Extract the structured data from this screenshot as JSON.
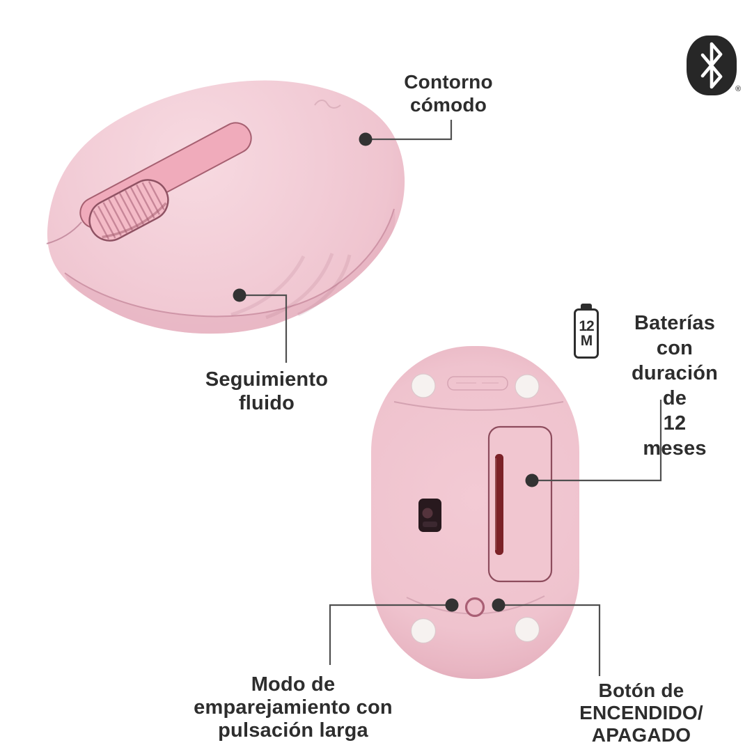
{
  "page": {
    "background": "#FFFFFF",
    "description_labels_language": "es"
  },
  "bluetooth": {
    "registered_mark": "®"
  },
  "icons": {
    "bluetooth": "bluetooth-logo",
    "battery_badge": "battery-12-months"
  },
  "callouts": {
    "contour": {
      "label": "Contorno\ncómodo"
    },
    "tracking": {
      "label": "Seguimiento\nfluido"
    },
    "battery": {
      "label": "Baterías con\nduración de\n12 meses",
      "badge": {
        "months": "12",
        "unit": "M"
      }
    },
    "pairing": {
      "label": "Modo de\nemparejamiento con\npulsación larga"
    },
    "power": {
      "label": "Botón de\nENCENDIDO/\nAPAGADO"
    }
  },
  "colors": {
    "mouse_pink": "#F2CCD6",
    "mouse_pink_dark": "#E2A9B9",
    "wheel_pink": "#F4BBC7",
    "groove_pink": "#F0ABBB",
    "battery_slot_red": "#7B2127",
    "sensor_black": "#28191E",
    "icon_black": "#272727",
    "text_ink": "#2D2D2D",
    "callout_line": "#4F4F4F",
    "page_bg": "#FFFFFF"
  }
}
